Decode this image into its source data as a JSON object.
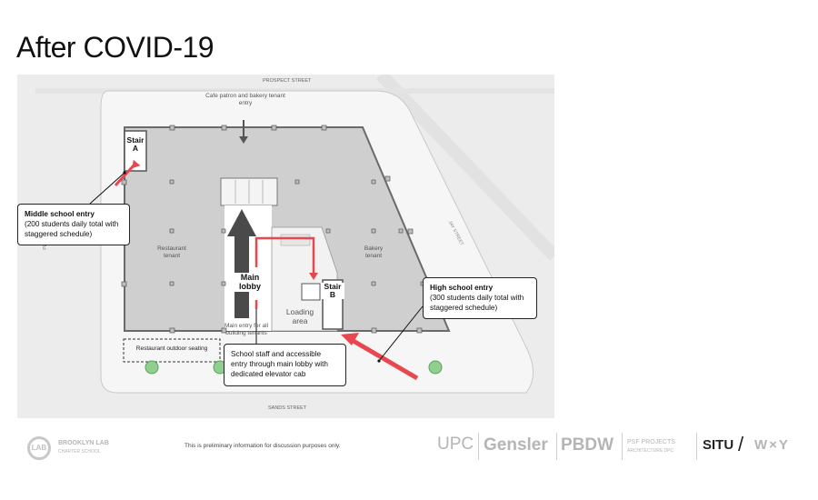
{
  "title": "After COVID-19",
  "streets": {
    "north": "PROSPECT STREET",
    "south": "SANDS STREET",
    "west": "PEARL STREET",
    "east": "JAY STREET"
  },
  "plan_labels": {
    "cafe_entry": "Cafe patron and bakery tenant entry",
    "restaurant": "Restaurant tenant",
    "bakery": "Bakery tenant",
    "main_lobby": "Main lobby",
    "loading": "Loading area",
    "main_entry": "Main entry for all building tenants",
    "outdoor_seating": "Restaurant outdoor seating",
    "stair_a": "Stair A",
    "stair_b": "Stair B"
  },
  "callouts": {
    "middle_school": {
      "title": "Middle school entry",
      "body": "(200 students daily total with staggered schedule)"
    },
    "high_school": {
      "title": "High school entry",
      "body": "(300 students daily total with staggered schedule)"
    },
    "staff": {
      "body": "School staff and accessible entry through main lobby with dedicated elevator cab"
    }
  },
  "footer": {
    "note": "This is preliminary information for discussion purposes only.",
    "logos": [
      "BROOKLYN LAB",
      "CHARTER SCHOOL",
      "UPC",
      "Gensler",
      "PBDW",
      "PSF PROJECTS",
      "ARCHITECTURE DPC",
      "SITU",
      "W×Y"
    ],
    "lab_mark": "LAB"
  },
  "colors": {
    "accent_red": "#e8474f",
    "lobby_arrow": "#4a4a4a",
    "floor": "#cfcfcf"
  }
}
